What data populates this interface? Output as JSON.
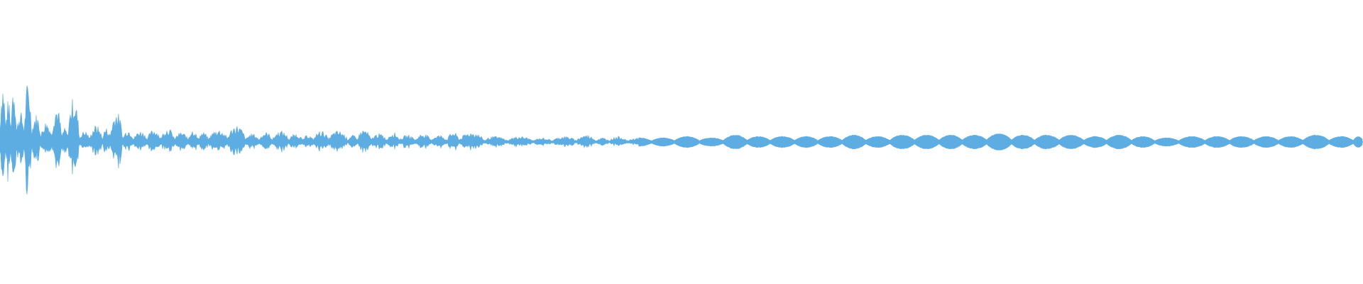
{
  "waveform": {
    "color": "#5DADE2",
    "background": "#ffffff",
    "segments": [
      {
        "t": 0.0,
        "a": 0.44
      },
      {
        "t": 0.004,
        "a": 0.3
      },
      {
        "t": 0.008,
        "a": 0.45
      },
      {
        "t": 0.012,
        "a": 0.22
      },
      {
        "t": 0.018,
        "a": 0.44
      },
      {
        "t": 0.023,
        "a": 0.2
      },
      {
        "t": 0.03,
        "a": 0.15
      },
      {
        "t": 0.038,
        "a": 0.26
      },
      {
        "t": 0.045,
        "a": 0.1
      },
      {
        "t": 0.05,
        "a": 0.32
      },
      {
        "t": 0.058,
        "a": 0.08
      },
      {
        "t": 0.066,
        "a": 0.12
      },
      {
        "t": 0.075,
        "a": 0.1
      },
      {
        "t": 0.081,
        "a": 0.22
      },
      {
        "t": 0.09,
        "a": 0.09
      },
      {
        "t": 0.098,
        "a": 0.08
      },
      {
        "t": 0.108,
        "a": 0.09
      },
      {
        "t": 0.118,
        "a": 0.1
      },
      {
        "t": 0.128,
        "a": 0.07
      },
      {
        "t": 0.138,
        "a": 0.09
      },
      {
        "t": 0.145,
        "a": 0.07
      },
      {
        "t": 0.153,
        "a": 0.09
      },
      {
        "t": 0.167,
        "a": 0.12
      },
      {
        "t": 0.18,
        "a": 0.06
      },
      {
        "t": 0.19,
        "a": 0.07
      },
      {
        "t": 0.2,
        "a": 0.08
      },
      {
        "t": 0.212,
        "a": 0.06
      },
      {
        "t": 0.222,
        "a": 0.05
      },
      {
        "t": 0.23,
        "a": 0.08
      },
      {
        "t": 0.241,
        "a": 0.08
      },
      {
        "t": 0.255,
        "a": 0.05
      },
      {
        "t": 0.262,
        "a": 0.09
      },
      {
        "t": 0.272,
        "a": 0.06
      },
      {
        "t": 0.284,
        "a": 0.07
      },
      {
        "t": 0.293,
        "a": 0.05
      },
      {
        "t": 0.305,
        "a": 0.06
      },
      {
        "t": 0.316,
        "a": 0.05
      },
      {
        "t": 0.328,
        "a": 0.07
      },
      {
        "t": 0.337,
        "a": 0.07
      },
      {
        "t": 0.355,
        "a": 0.04
      },
      {
        "t": 0.372,
        "a": 0.04
      },
      {
        "t": 0.391,
        "a": 0.03
      },
      {
        "t": 0.405,
        "a": 0.04
      },
      {
        "t": 0.423,
        "a": 0.05
      },
      {
        "t": 0.437,
        "a": 0.03
      },
      {
        "t": 0.447,
        "a": 0.04
      },
      {
        "t": 0.46,
        "a": 0.03
      },
      {
        "t": 0.478,
        "a": 0.03
      },
      {
        "t": 0.495,
        "a": 0.04
      },
      {
        "t": 0.513,
        "a": 0.03
      },
      {
        "t": 0.531,
        "a": 0.05
      },
      {
        "t": 0.548,
        "a": 0.04
      },
      {
        "t": 0.565,
        "a": 0.04
      },
      {
        "t": 0.583,
        "a": 0.04
      },
      {
        "t": 0.6,
        "a": 0.04
      },
      {
        "t": 0.618,
        "a": 0.05
      },
      {
        "t": 0.635,
        "a": 0.04
      },
      {
        "t": 0.653,
        "a": 0.05
      },
      {
        "t": 0.671,
        "a": 0.05
      },
      {
        "t": 0.689,
        "a": 0.05
      },
      {
        "t": 0.706,
        "a": 0.05
      },
      {
        "t": 0.724,
        "a": 0.06
      },
      {
        "t": 0.742,
        "a": 0.05
      },
      {
        "t": 0.759,
        "a": 0.05
      },
      {
        "t": 0.777,
        "a": 0.05
      },
      {
        "t": 0.795,
        "a": 0.04
      },
      {
        "t": 0.812,
        "a": 0.05
      },
      {
        "t": 0.83,
        "a": 0.04
      },
      {
        "t": 0.847,
        "a": 0.03
      },
      {
        "t": 0.865,
        "a": 0.04
      },
      {
        "t": 0.884,
        "a": 0.04
      },
      {
        "t": 0.902,
        "a": 0.04
      },
      {
        "t": 0.92,
        "a": 0.04
      },
      {
        "t": 0.938,
        "a": 0.04
      },
      {
        "t": 0.956,
        "a": 0.05
      },
      {
        "t": 0.975,
        "a": 0.04
      },
      {
        "t": 0.993,
        "a": 0.04
      }
    ]
  }
}
